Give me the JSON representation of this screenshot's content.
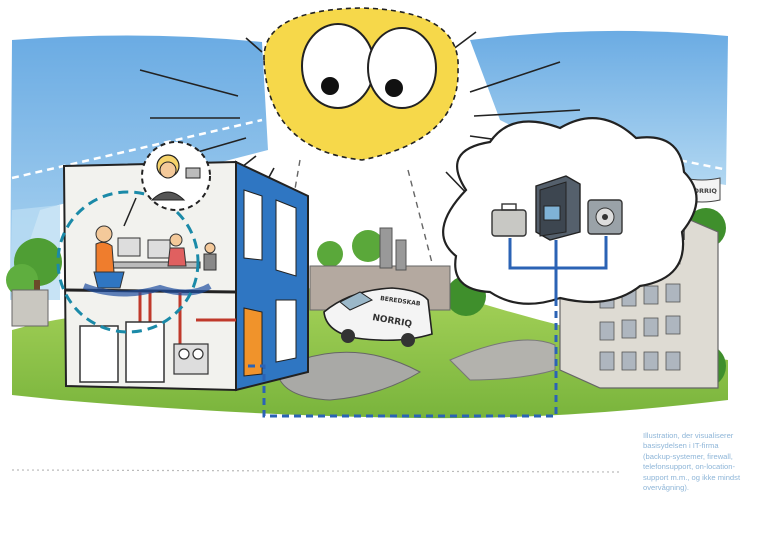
{
  "caption": {
    "text": "Illustration, der visualiserer\nbasisydelsen i IT-firma\n(backup-systemer, firewall,\ntelefonsupport, on-location-\nsupport m.m., og ikke mindst\novervågning)."
  },
  "van": {
    "line1": "BEREDSKAB",
    "line2": "NORRIQ"
  },
  "flag": {
    "text": "NORRIQ"
  },
  "colors": {
    "sky": "#6fb0e6",
    "grass": "#9ccc52",
    "sun": "#f6d84a",
    "building_blue": "#2f76c2",
    "dashed_link": "#2b63b5"
  }
}
